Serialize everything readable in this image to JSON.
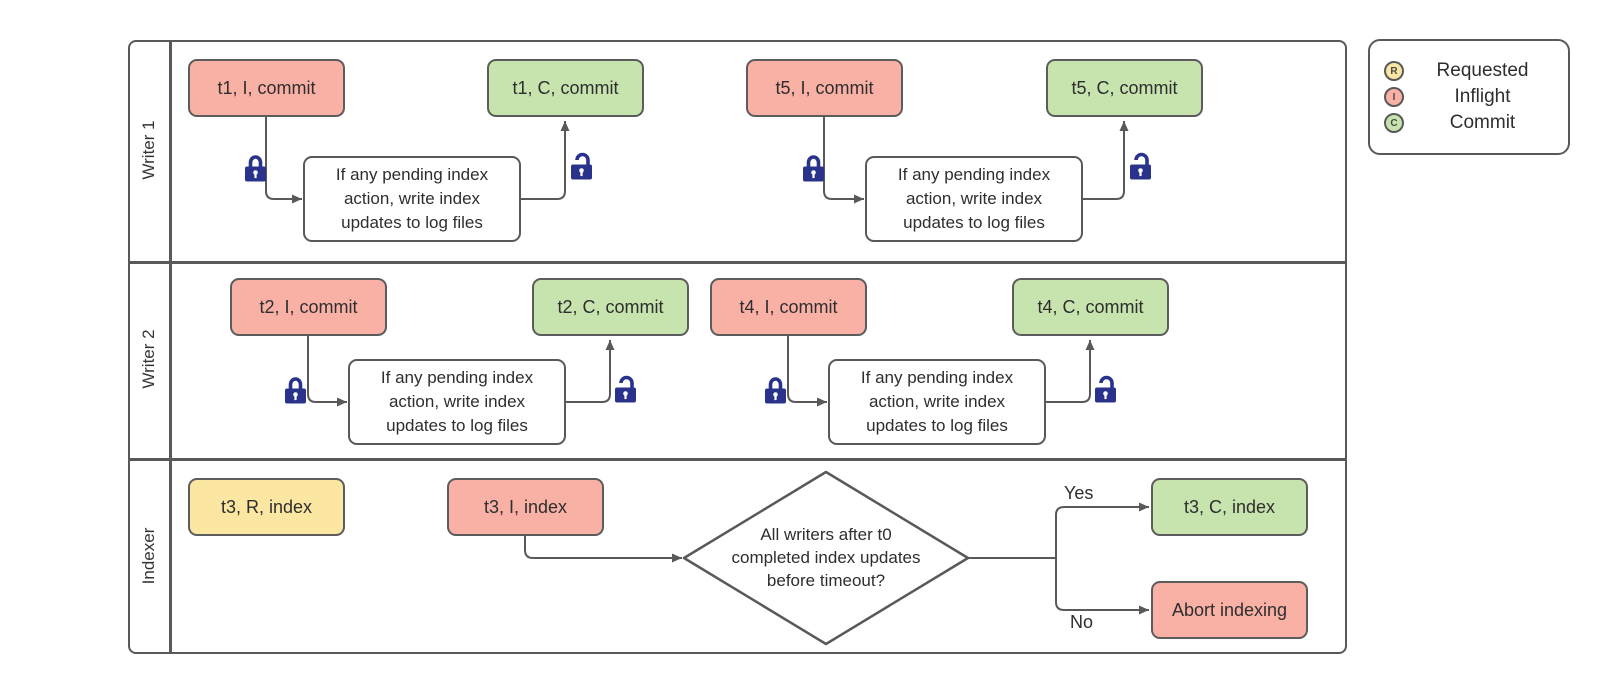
{
  "lanes": [
    {
      "title": "Writer 1"
    },
    {
      "title": "Writer 2"
    },
    {
      "title": "Indexer"
    }
  ],
  "writer_note": "If any pending index\naction, write index\nupdates to log files",
  "nodes": {
    "t1_inflight": "t1, I, commit",
    "t1_commit": "t1, C, commit",
    "t5_inflight": "t5, I, commit",
    "t5_commit": "t5, C, commit",
    "t2_inflight": "t2, I, commit",
    "t2_commit": "t2, C, commit",
    "t4_inflight": "t4, I, commit",
    "t4_commit": "t4, C, commit",
    "t3_requested": "t3, R, index",
    "t3_inflight": "t3, I, index",
    "t3_commit": "t3, C, index",
    "abort": "Abort indexing"
  },
  "decision": {
    "question": "All writers after t0\ncompleted index updates\nbefore timeout?",
    "yes_label": "Yes",
    "no_label": "No"
  },
  "legend": {
    "items": [
      {
        "letter": "R",
        "label": "Requested",
        "color": "#fbe7a1"
      },
      {
        "letter": "I",
        "label": "Inflight",
        "color": "#f9b1a6"
      },
      {
        "letter": "C",
        "label": "Commit",
        "color": "#c7e3ae"
      }
    ]
  },
  "colors": {
    "requested": "#fbe7a1",
    "inflight": "#f9b1a6",
    "commit": "#c7e3ae",
    "stroke": "#595959",
    "lock": "#2a338c"
  }
}
